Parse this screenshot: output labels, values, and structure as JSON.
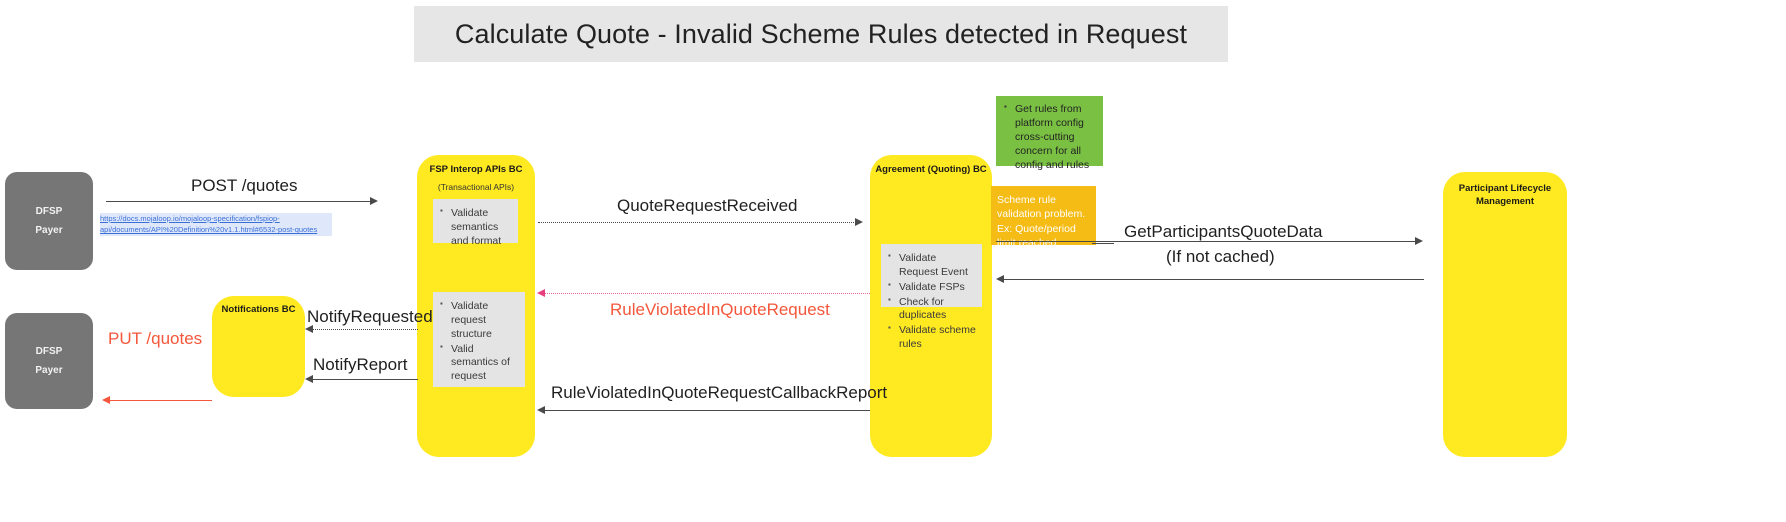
{
  "title": "Calculate Quote - Invalid Scheme Rules detected in Request",
  "actors": {
    "payer_top": {
      "line1": "DFSP",
      "line2": "Payer"
    },
    "payer_bottom": {
      "line1": "DFSP",
      "line2": "Payer"
    }
  },
  "components": {
    "fsp_interop": {
      "title": "FSP Interop APIs BC",
      "subtitle": "(Transactional APIs)",
      "activity_top": [
        "Validate semantics and format"
      ],
      "activity_bottom": [
        "Validate request structure",
        "Valid semantics of request"
      ]
    },
    "notifications": {
      "title": "Notifications BC"
    },
    "agreement": {
      "title": "Agreement (Quoting) BC",
      "activity": [
        "Validate Request Event",
        "Validate FSPs",
        "Check for duplicates",
        "Validate scheme rules"
      ]
    },
    "participant_lifecycle": {
      "title": "Participant Lifecycle Management"
    }
  },
  "notes": {
    "green": [
      "Get rules from platform config cross-cutting concern for all config and rules"
    ],
    "orange": "Scheme rule validation problem. Ex: Quote/period limit reached"
  },
  "messages": {
    "post_quotes": "POST /quotes",
    "post_quotes_link": "https://docs.mojaloop.io/mojaloop-specification/fspiop-api/documents/API%20Definition%20v1.1.html#6532-post-quotes",
    "quote_request_received": "QuoteRequestReceived",
    "get_participants_quote_data": "GetParticipantsQuoteData",
    "get_participants_quote_data_sub": "(If not cached)",
    "rule_violated_in_quote_request": "RuleViolatedInQuoteRequest",
    "notify_requested": "NotifyRequested",
    "notify_report": "NotifyReport",
    "put_quotes": "PUT /quotes",
    "rule_violated_callback_report": "RuleViolatedInQuoteRequestCallbackReport"
  },
  "colors": {
    "banner": "#e6e6e6",
    "actor": "#767676",
    "bc": "#ffe920",
    "activity": "#e4e4e4",
    "note_green": "#7ac143",
    "note_orange": "#f5bc15",
    "error_red": "#f4573b",
    "pink": "#f06a9b"
  }
}
